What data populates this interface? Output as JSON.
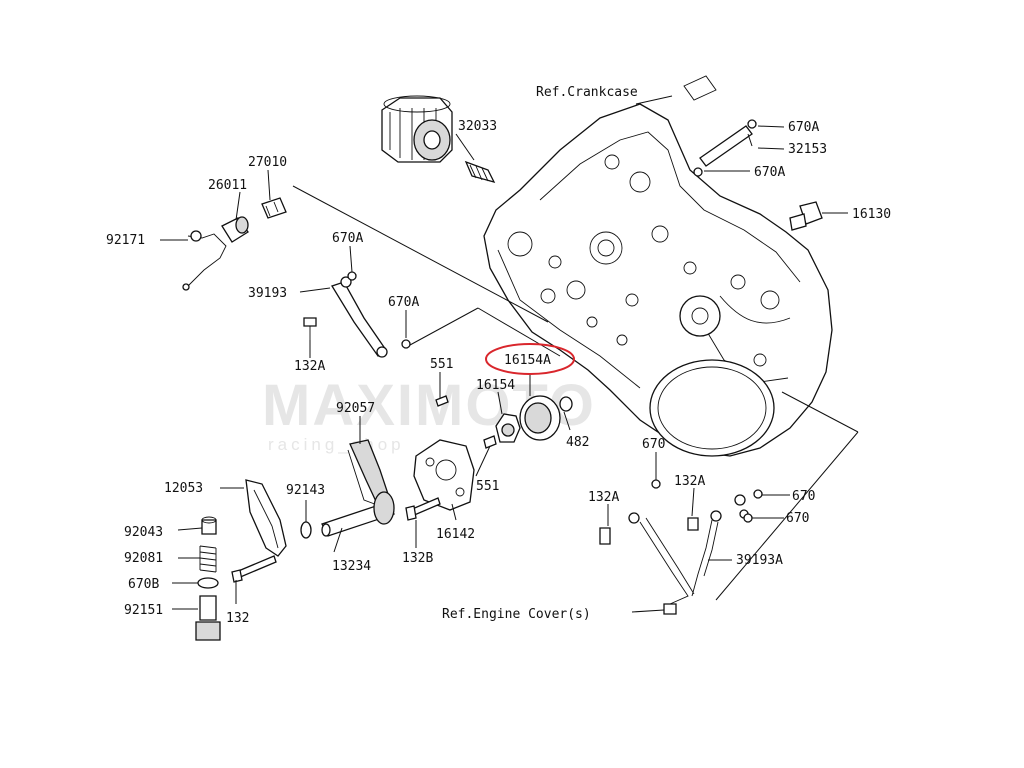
{
  "watermark": {
    "brand": "MAXIMOTO",
    "tagline": "racing_shop"
  },
  "references": {
    "crankcase": "Ref.Crankcase",
    "engine_cover": "Ref.Engine Cover(s)"
  },
  "highlight": {
    "color": "#d9262c",
    "part_number": "16154A"
  },
  "callouts": {
    "p32033": "32033",
    "p670A_top1": "670A",
    "p32153": "32153",
    "p670A_top2": "670A",
    "p27010": "27010",
    "p26011": "26011",
    "p92171": "92171",
    "p16130": "16130",
    "p670A_l1": "670A",
    "p39193": "39193",
    "p670A_l2": "670A",
    "p132A_l": "132A",
    "p551_top": "551",
    "p16154A": "16154A",
    "p16154": "16154",
    "p92057": "92057",
    "p482": "482",
    "p551_bot": "551",
    "p12053": "12053",
    "p92143": "92143",
    "p16142": "16142",
    "p92043": "92043",
    "p92081": "92081",
    "p13234": "13234",
    "p132B": "132B",
    "p670B": "670B",
    "p92151": "92151",
    "p132": "132",
    "p670_r1": "670",
    "p132A_r1": "132A",
    "p132A_r2": "132A",
    "p670_r2": "670",
    "p670_r3": "670",
    "p39193A": "39193A"
  }
}
